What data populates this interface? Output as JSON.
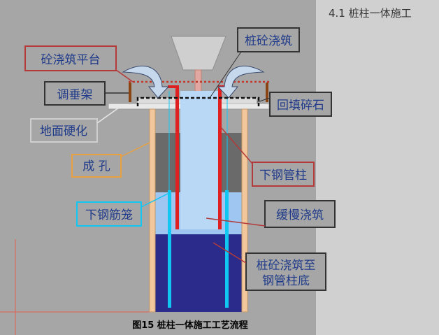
{
  "page": {
    "heading": "4.1 桩柱一体施工",
    "caption": "图15 桩柱一体施工工艺流程"
  },
  "labels": {
    "pour_platform": "砼浇筑平台",
    "pile_pour": "桩砼浇筑",
    "adjust_frame": "调垂架",
    "backfill": "回填碎石",
    "ground_harden": "地面硬化",
    "form_hole": "成 孔",
    "lower_steel_column": "下钢管柱",
    "lower_cage": "下钢筋笼",
    "slow_pour": "缓慢浇筑",
    "pour_to_line1": "桩砼浇筑至",
    "pour_to_line2": "钢管柱底"
  },
  "colors": {
    "diagram_bg": "#a6a6a6",
    "page_bg": "#d0d0d0",
    "text_blue": "#1f3a8a",
    "casing": "#f2c79b",
    "concrete_dark": "#2b2b8c",
    "concrete_light": "#9ec6f0",
    "steel_red": "#e02020",
    "cage_cyan": "#12c6f2",
    "ground": "#e8e8e8",
    "platform_dot": "#c0392b"
  }
}
